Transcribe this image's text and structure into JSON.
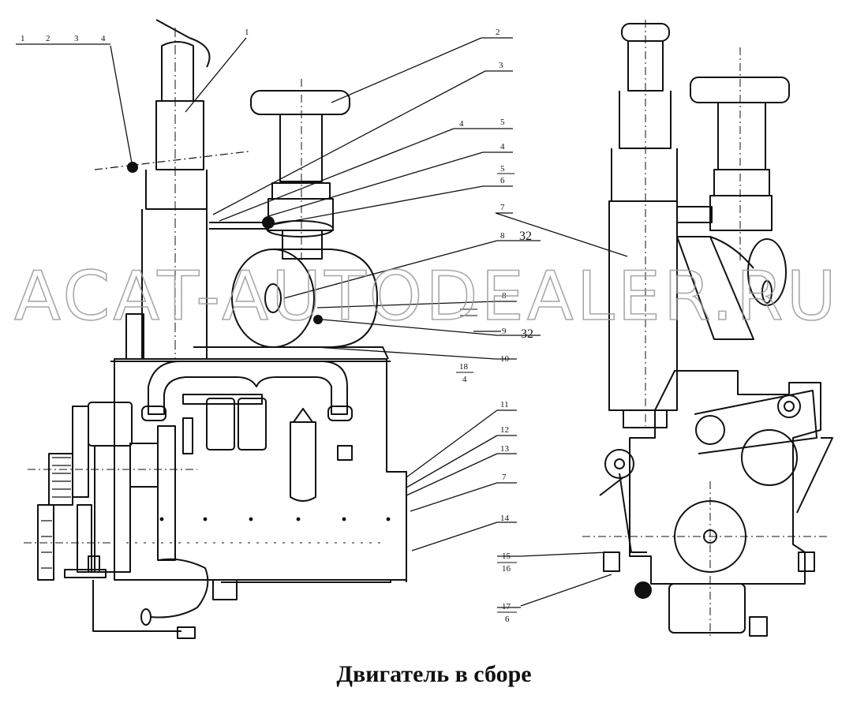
{
  "caption": "Двигатель в сборе",
  "watermark": "ACAT-AUTODEALER.RU",
  "callouts": {
    "top_left": [
      "1",
      "2",
      "3",
      "4"
    ],
    "c1": "1",
    "c2": "2",
    "c3": "3",
    "c5": "5",
    "c4": "4",
    "c4b": "4",
    "c5b": "5",
    "c6b": "6",
    "c7": "7",
    "c8": "8",
    "c8n": "32",
    "c8b": "8",
    "c9": "9",
    "c9n": "32",
    "c18": "18",
    "c4c": "4",
    "c10": "10",
    "c11": "11",
    "c12": "12",
    "c13": "13",
    "c7b": "7",
    "c14": "14",
    "c15": "15",
    "c16": "16",
    "c17": "17",
    "c6c": "6"
  },
  "colors": {
    "ink": "#111111",
    "paper": "#ffffff",
    "watermark": "#9a9a9a"
  }
}
